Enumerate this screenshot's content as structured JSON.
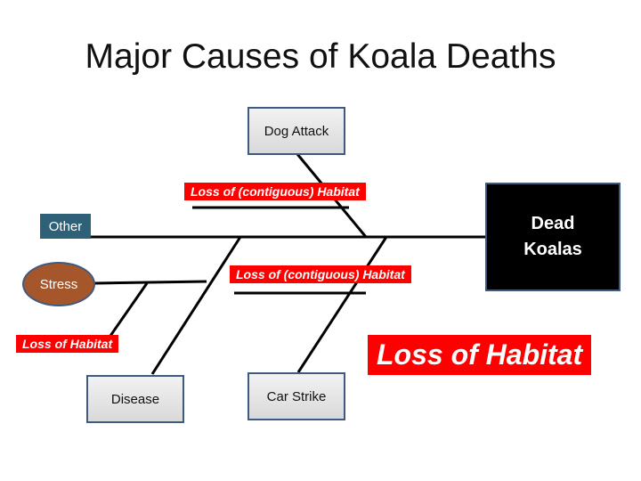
{
  "title": "Major Causes of Koala Deaths",
  "nodes": {
    "dog_attack": "Dog Attack",
    "dead_koalas_line1": "Dead",
    "dead_koalas_line2": "Koalas",
    "other": "Other",
    "stress": "Stress",
    "disease": "Disease",
    "car_strike": "Car Strike"
  },
  "labels": {
    "contiguous_top": "Loss of  (contiguous) Habitat",
    "contiguous_mid": "Loss of  (contiguous) Habitat",
    "loss_small": "Loss of Habitat",
    "loss_big": "Loss of Habitat"
  },
  "colors": {
    "label_red": "#ff0000",
    "other_teal": "#2e6178",
    "stress_brown": "#a6562b",
    "border_blue": "#3f5a80"
  }
}
